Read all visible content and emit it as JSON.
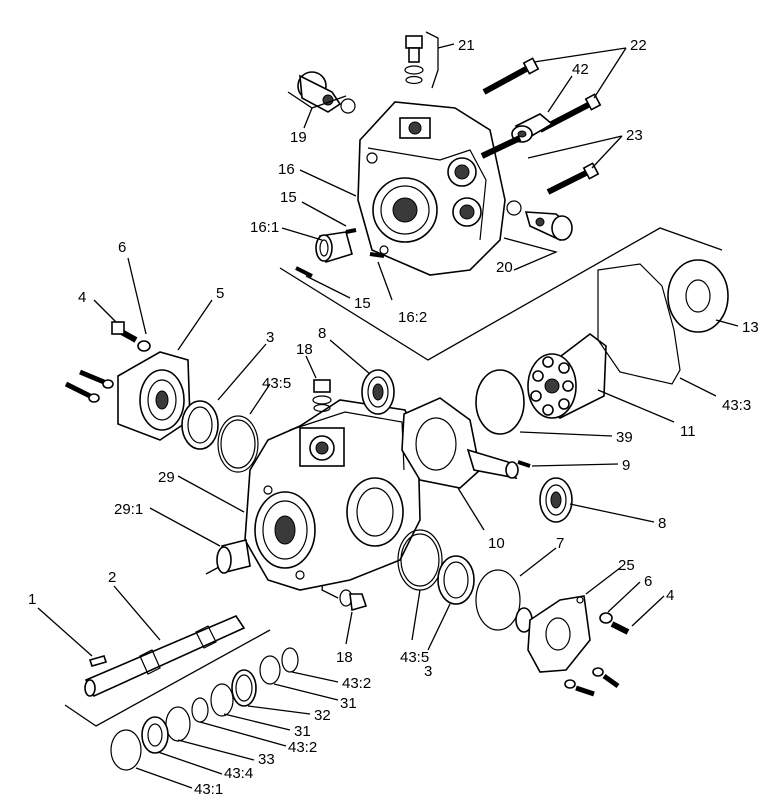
{
  "callouts": [
    {
      "id": "c21",
      "text": "21"
    },
    {
      "id": "c22",
      "text": "22"
    },
    {
      "id": "c42",
      "text": "42"
    },
    {
      "id": "c19",
      "text": "19"
    },
    {
      "id": "c23",
      "text": "23"
    },
    {
      "id": "c16",
      "text": "16"
    },
    {
      "id": "c15a",
      "text": "15"
    },
    {
      "id": "c16_1",
      "text": "16:1"
    },
    {
      "id": "c20",
      "text": "20"
    },
    {
      "id": "c15b",
      "text": "15"
    },
    {
      "id": "c16_2",
      "text": "16:2"
    },
    {
      "id": "c6a",
      "text": "6"
    },
    {
      "id": "c5",
      "text": "5"
    },
    {
      "id": "c4a",
      "text": "4"
    },
    {
      "id": "c3a",
      "text": "3"
    },
    {
      "id": "c8a",
      "text": "8"
    },
    {
      "id": "c18a",
      "text": "18"
    },
    {
      "id": "c43_5a",
      "text": "43:5"
    },
    {
      "id": "c13",
      "text": "13"
    },
    {
      "id": "c43_3",
      "text": "43:3"
    },
    {
      "id": "c11",
      "text": "11"
    },
    {
      "id": "c39",
      "text": "39"
    },
    {
      "id": "c9",
      "text": "9"
    },
    {
      "id": "c29",
      "text": "29"
    },
    {
      "id": "c29_1",
      "text": "29:1"
    },
    {
      "id": "c8b",
      "text": "8"
    },
    {
      "id": "c10",
      "text": "10"
    },
    {
      "id": "c7",
      "text": "7"
    },
    {
      "id": "c25",
      "text": "25"
    },
    {
      "id": "c6b",
      "text": "6"
    },
    {
      "id": "c4b",
      "text": "4"
    },
    {
      "id": "c1",
      "text": "1"
    },
    {
      "id": "c2",
      "text": "2"
    },
    {
      "id": "c18b",
      "text": "18"
    },
    {
      "id": "c43_5b",
      "text": "43:5"
    },
    {
      "id": "c3b",
      "text": "3"
    },
    {
      "id": "c43_2a",
      "text": "43:2"
    },
    {
      "id": "c31a",
      "text": "31"
    },
    {
      "id": "c32",
      "text": "32"
    },
    {
      "id": "c31b",
      "text": "31"
    },
    {
      "id": "c43_2b",
      "text": "43:2"
    },
    {
      "id": "c33",
      "text": "33"
    },
    {
      "id": "c43_4",
      "text": "43:4"
    },
    {
      "id": "c43_1",
      "text": "43:1"
    }
  ]
}
